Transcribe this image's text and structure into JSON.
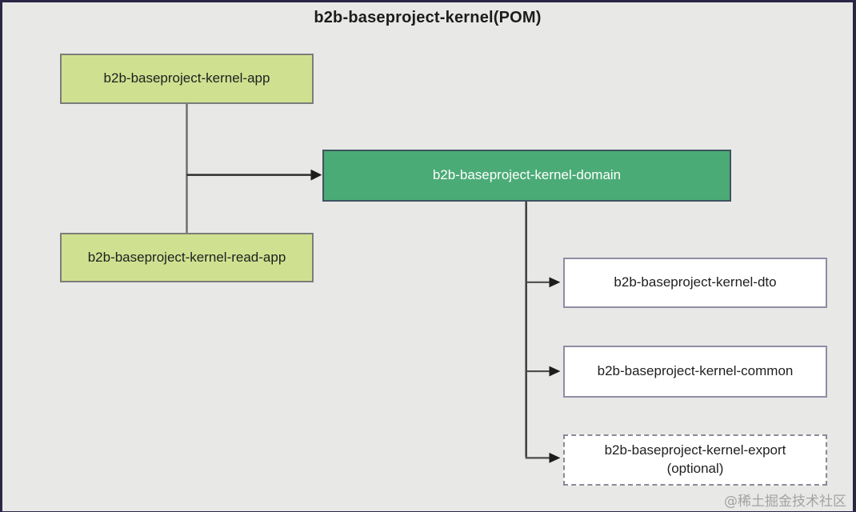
{
  "title": "b2b-baseproject-kernel(POM)",
  "nodes": {
    "app": {
      "label": "b2b-baseproject-kernel-app"
    },
    "read_app": {
      "label": "b2b-baseproject-kernel-read-app"
    },
    "domain": {
      "label": "b2b-baseproject-kernel-domain"
    },
    "dto": {
      "label": "b2b-baseproject-kernel-dto"
    },
    "common": {
      "label": "b2b-baseproject-kernel-common"
    },
    "export": {
      "label": "b2b-baseproject-kernel-export",
      "sublabel": "(optional)"
    }
  },
  "edges": [
    {
      "from": "app",
      "to": "read_app",
      "arrow": false
    },
    {
      "from": "app/read_app junction",
      "to": "domain",
      "arrow": true
    },
    {
      "from": "domain",
      "to": "dto",
      "arrow": true
    },
    {
      "from": "domain",
      "to": "common",
      "arrow": true
    },
    {
      "from": "domain",
      "to": "export",
      "arrow": true
    }
  ],
  "watermark": "@稀土掘金技术社区",
  "colors": {
    "background": "#e8e8e7",
    "frame_border": "#2a2745",
    "light_green": "#cfe190",
    "light_green_border": "#7c7c7c",
    "dark_green": "#4bab76",
    "dark_green_border": "#3e5460",
    "white_box_border": "#8f8da3",
    "dashed_box_border": "#8a8a96",
    "text_dark": "#1f1f1f",
    "text_light": "#ffffff",
    "line_gray": "#6f6f6f",
    "line_dark": "#2e2e2e",
    "watermark_color": "#a3a3a3"
  }
}
